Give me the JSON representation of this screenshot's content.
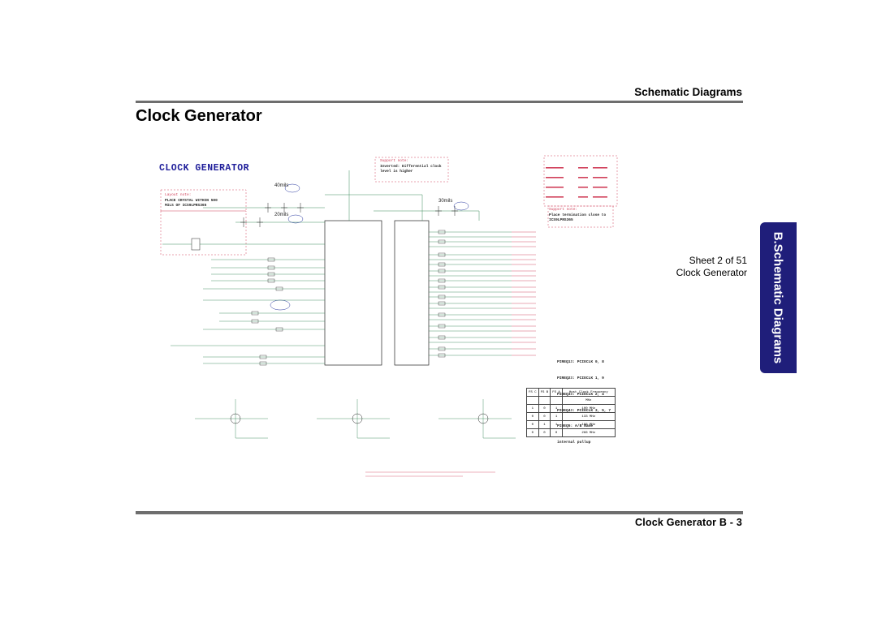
{
  "header": {
    "section_title": "Schematic  Diagrams"
  },
  "page_title": "Clock Generator",
  "side_tab": {
    "label": "B.Schematic Diagrams"
  },
  "sheet_info": {
    "sheet_line": "Sheet 2 of 51",
    "name_line": "Clock Generator"
  },
  "footer": {
    "label": "Clock Generator  B  -  3"
  },
  "schematic": {
    "title": "CLOCK GENERATOR",
    "current_labels": [
      "40mils",
      "20mils",
      "30mils"
    ],
    "layout_note_title": "Layout note:",
    "layout_note": "PLACE CRYSTAL WITHIN 500\nMILS OF ICS9LPRS365",
    "support_note_1_title": "Support note:",
    "support_note_1": "Inverted: Differential clock\nlevel is higher",
    "support_note_2_title": "Support note:",
    "support_note_2": "Place termination close to\nICS9LPRS365",
    "fsel_notes": [
      "PIREQ1#: PCIECLK 0, 8",
      "PIREQ2#: PCIECLK 1, 9",
      "PIREQ3#: PCIECLK 2, 4",
      "PIREQ4#: PCIECLK 3, 5, 7",
      "PIREQ5: A/B Name",
      "internal pullup"
    ],
    "freq_table": {
      "headers": [
        "FS C",
        "FS B",
        "FS A",
        "Host Clock Frequency"
      ],
      "rows": [
        [
          "",
          "",
          "",
          "MHz"
        ],
        [
          "1",
          "0",
          "1",
          "100 MHz"
        ],
        [
          "0",
          "0",
          "1",
          "133 MHz"
        ],
        [
          "0",
          "1",
          "1",
          "166 MHz"
        ],
        [
          "0",
          "0",
          "0",
          "266 MHz"
        ]
      ]
    }
  },
  "colors": {
    "rule": "#6e6e6e",
    "side_tab": "#1f1e7a",
    "schematic_title": "#1f1e9a",
    "net_red": "#d0405a",
    "net_blue": "#2a3aa0",
    "wire": "#3a8a5a"
  }
}
